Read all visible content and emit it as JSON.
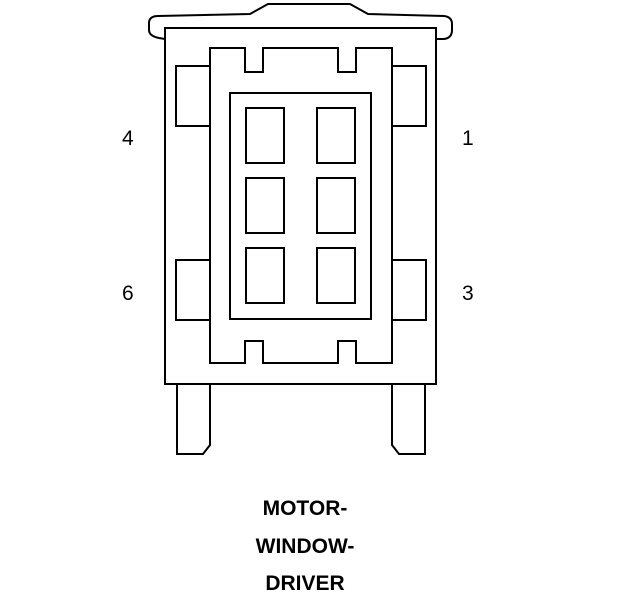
{
  "pins": {
    "top_left": "4",
    "top_right": "1",
    "bottom_left": "6",
    "bottom_right": "3"
  },
  "caption": {
    "line1": "MOTOR-",
    "line2": "WINDOW-",
    "line3": "DRIVER"
  },
  "colors": {
    "stroke": "#000000",
    "background": "#ffffff"
  }
}
